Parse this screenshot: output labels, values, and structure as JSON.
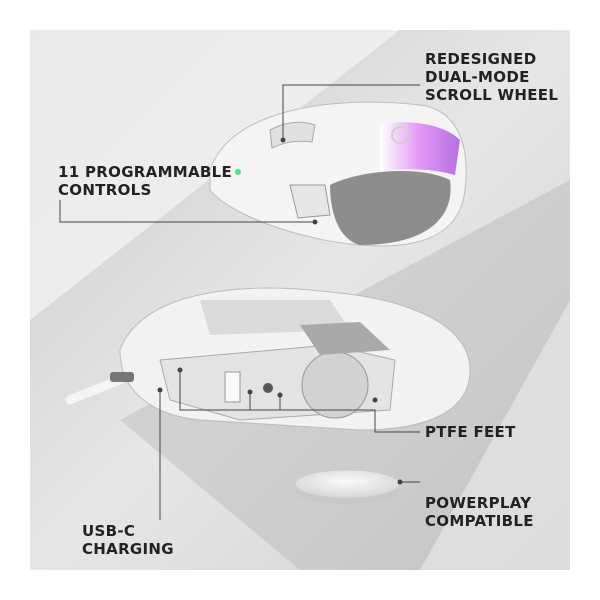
{
  "callouts": {
    "scroll_wheel": [
      "REDESIGNED",
      "DUAL-MODE",
      "SCROLL WHEEL"
    ],
    "controls": [
      "11 PROGRAMMABLE",
      "CONTROLS"
    ],
    "feet": [
      "PTFE FEET"
    ],
    "powerplay": [
      "POWERPLAY",
      "COMPATIBLE"
    ],
    "charging": [
      "USB-C",
      "CHARGING"
    ]
  },
  "colors": {
    "accent_rgb": "#d77cf5",
    "panel": "#d9d9d9",
    "text": "#222222"
  }
}
